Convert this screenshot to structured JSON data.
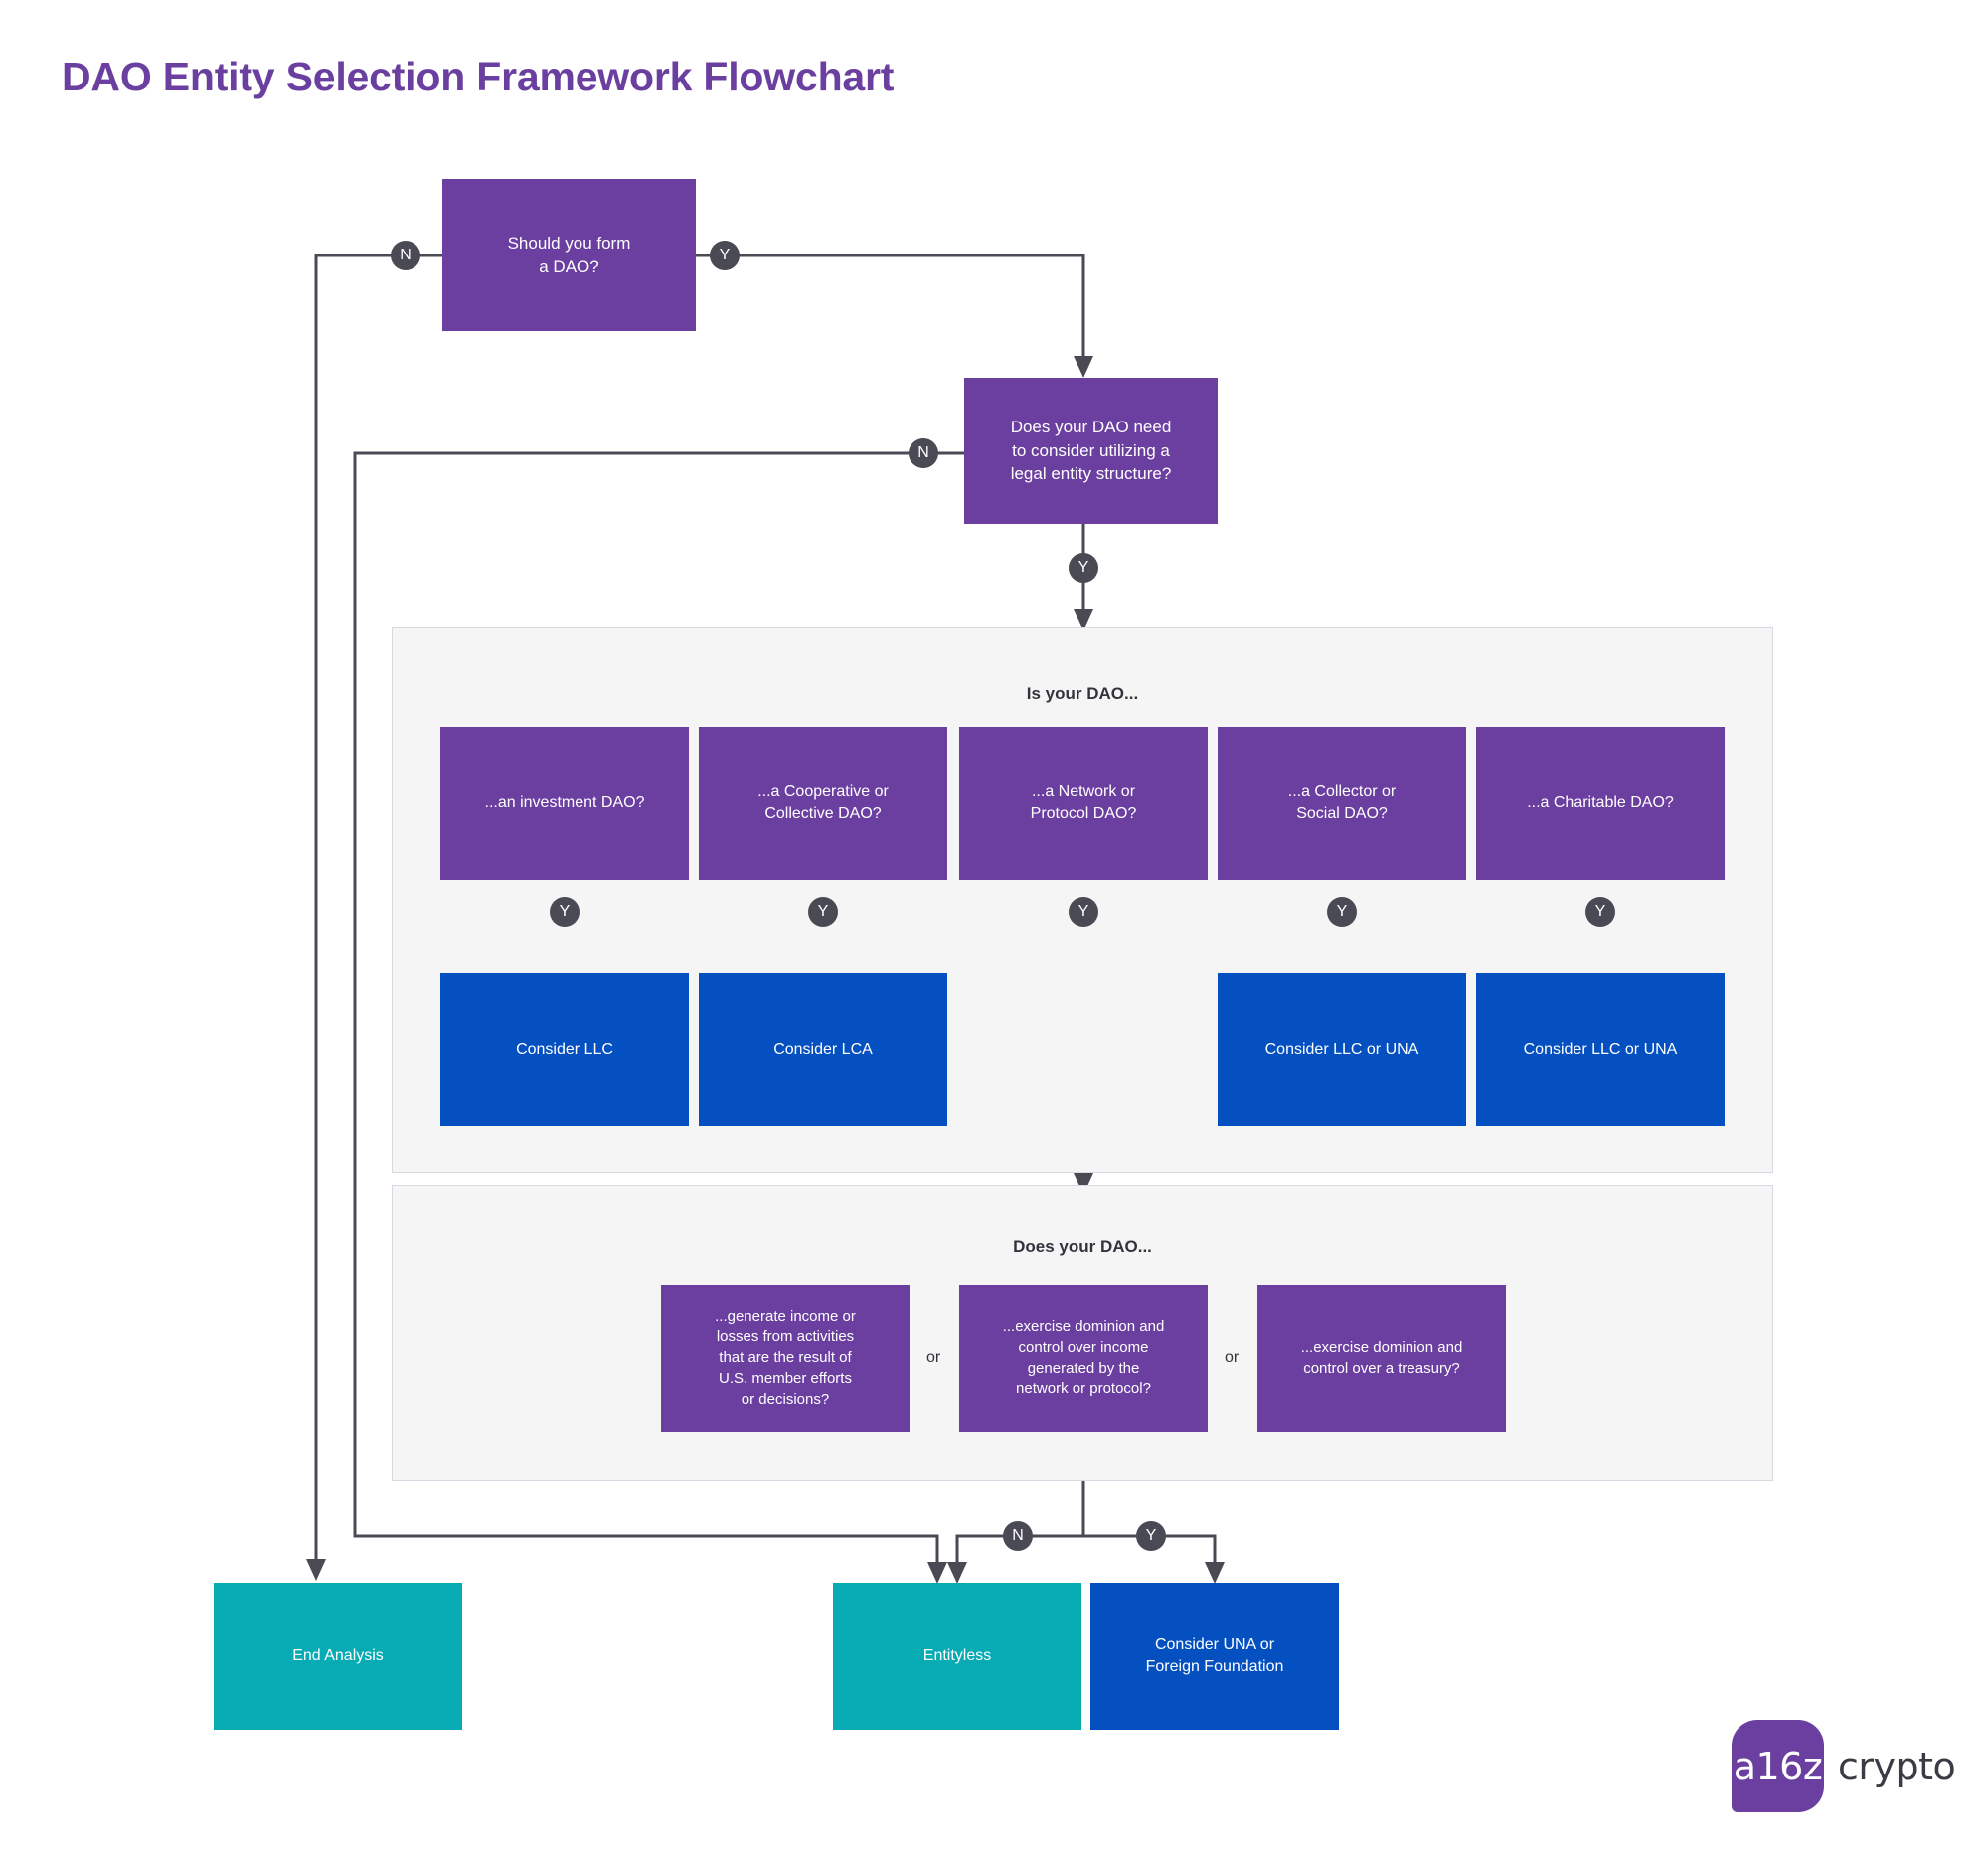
{
  "title": "DAO Entity Selection Framework Flowchart",
  "colors": {
    "purple": "#6b3fa0",
    "blue": "#0450c0",
    "teal": "#06abb4",
    "badge": "#4a4a55",
    "panel_bg": "#f5f5f6",
    "panel_border": "#d9d9e3",
    "line": "#4a4a55"
  },
  "nodes": {
    "form_dao": "Should you form\na DAO?",
    "legal_entity": "Does your DAO need\nto consider utilizing a\nlegal entity structure?",
    "investment_dao": "...an investment DAO?",
    "cooperative_dao": "...a Cooperative or\nCollective DAO?",
    "network_dao": "...a Network or\nProtocol DAO?",
    "collector_dao": "...a Collector or\nSocial DAO?",
    "charitable_dao": "...a Charitable DAO?",
    "consider_llc": "Consider LLC",
    "consider_lca": "Consider LCA",
    "consider_llc_una_1": "Consider LLC or UNA",
    "consider_llc_una_2": "Consider LLC or UNA",
    "generate_income": "...generate income or\nlosses from activities\nthat are the result of\nU.S. member efforts\nor decisions?",
    "dominion_income": "...exercise dominion and\ncontrol over income\ngenerated by the\nnetwork or protocol?",
    "dominion_treasury": "...exercise dominion and\ncontrol over a treasury?",
    "end_analysis": "End Analysis",
    "entityless": "Entityless",
    "consider_una_foreign": "Consider UNA or\nForeign Foundation"
  },
  "panels": {
    "is_your_dao": "Is your DAO...",
    "does_your_dao": "Does your DAO..."
  },
  "separators": {
    "or_1": "or",
    "or_2": "or"
  },
  "badges": {
    "form_dao_no": "N",
    "form_dao_yes": "Y",
    "legal_entity_no": "N",
    "legal_entity_yes": "Y",
    "investment_yes": "Y",
    "cooperative_yes": "Y",
    "network_yes": "Y",
    "collector_yes": "Y",
    "charitable_yes": "Y",
    "dominion_no": "N",
    "dominion_yes": "Y"
  },
  "logo": {
    "mark": "a16z",
    "word": "crypto"
  }
}
